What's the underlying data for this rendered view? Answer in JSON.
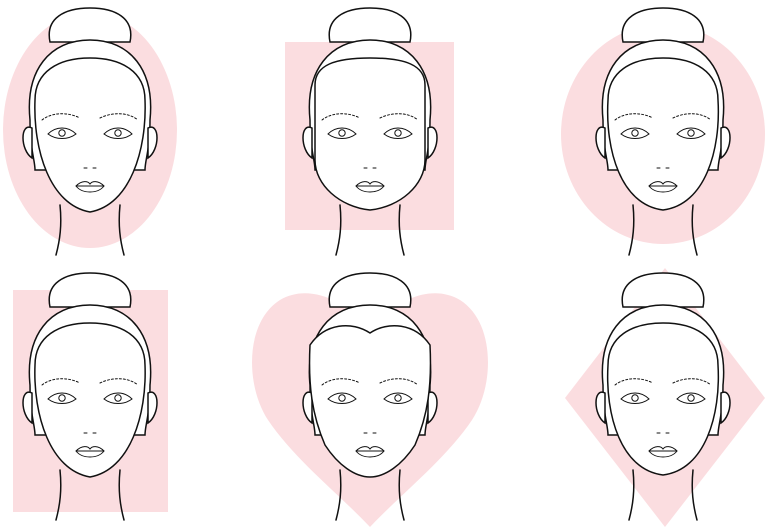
{
  "colors": {
    "shape_fill": "#fbdde0",
    "line": "#111111",
    "background": "#ffffff"
  },
  "faces": [
    {
      "shape": "oval"
    },
    {
      "shape": "square"
    },
    {
      "shape": "round"
    },
    {
      "shape": "oblong"
    },
    {
      "shape": "heart"
    },
    {
      "shape": "diamond"
    }
  ]
}
